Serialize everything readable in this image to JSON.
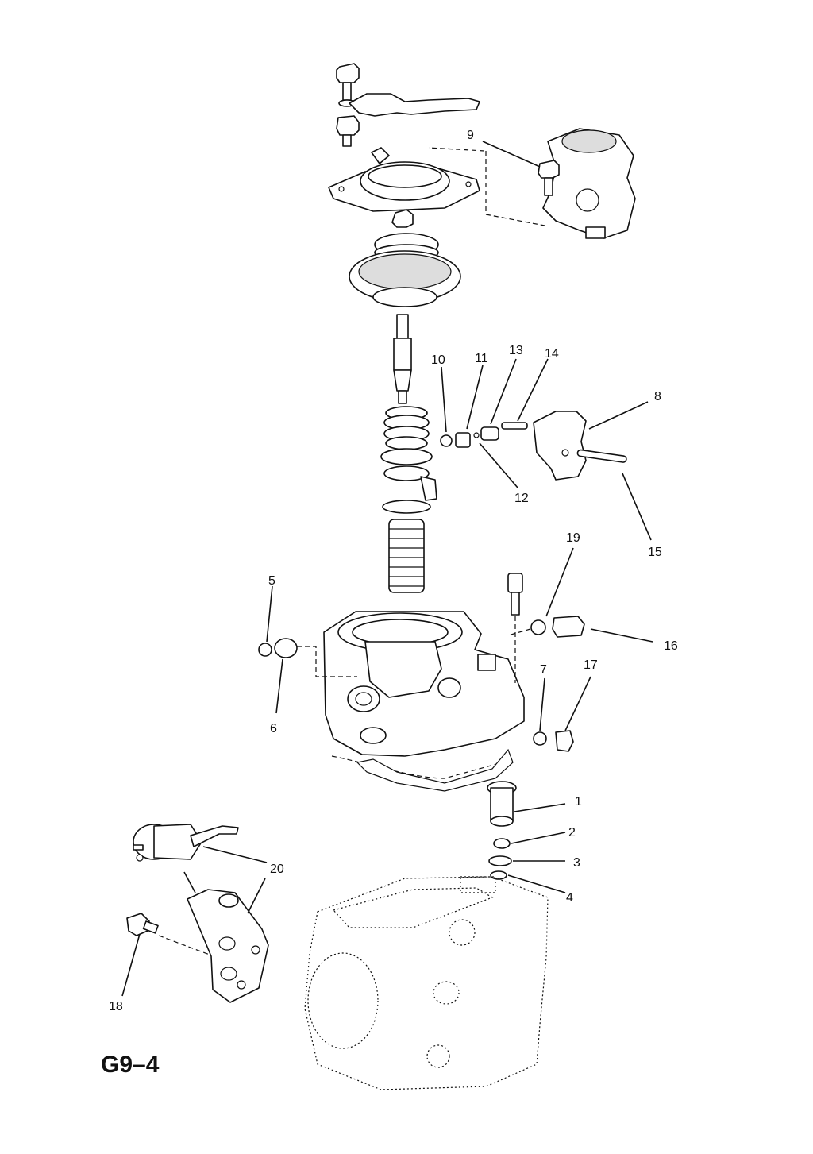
{
  "diagram": {
    "code": "G9–4"
  },
  "callouts": [
    {
      "id": "1",
      "label": "1"
    },
    {
      "id": "2",
      "label": "2"
    },
    {
      "id": "3",
      "label": "3"
    },
    {
      "id": "4",
      "label": "4"
    },
    {
      "id": "5",
      "label": "5"
    },
    {
      "id": "6",
      "label": "6"
    },
    {
      "id": "7",
      "label": "7"
    },
    {
      "id": "8",
      "label": "8"
    },
    {
      "id": "9",
      "label": "9"
    },
    {
      "id": "10",
      "label": "10"
    },
    {
      "id": "11",
      "label": "11"
    },
    {
      "id": "12",
      "label": "12"
    },
    {
      "id": "13",
      "label": "13"
    },
    {
      "id": "14",
      "label": "14"
    },
    {
      "id": "15",
      "label": "15"
    },
    {
      "id": "16",
      "label": "16"
    },
    {
      "id": "17",
      "label": "17"
    },
    {
      "id": "18",
      "label": "18"
    },
    {
      "id": "19",
      "label": "19"
    },
    {
      "id": "20",
      "label": "20"
    }
  ]
}
